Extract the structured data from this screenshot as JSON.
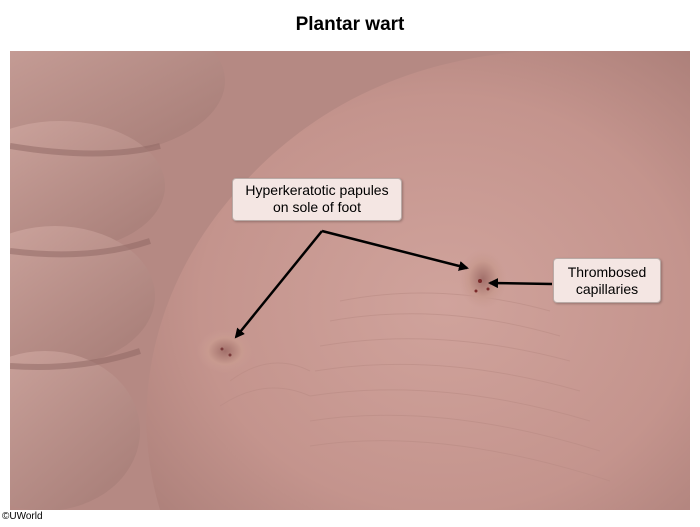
{
  "title": "Plantar wart",
  "annotations": {
    "hyperkeratotic": {
      "line1": "Hyperkeratotic papules",
      "line2": "on sole of foot"
    },
    "thrombosed": {
      "line1": "Thrombosed",
      "line2": "capillaries"
    }
  },
  "copyright": "©UWorld",
  "colors": {
    "skin_base": "#c99a93",
    "skin_light": "#dcb6ae",
    "skin_shadow": "#9c716c",
    "label_bg": "#f4e6e3",
    "arrow": "#000000"
  }
}
